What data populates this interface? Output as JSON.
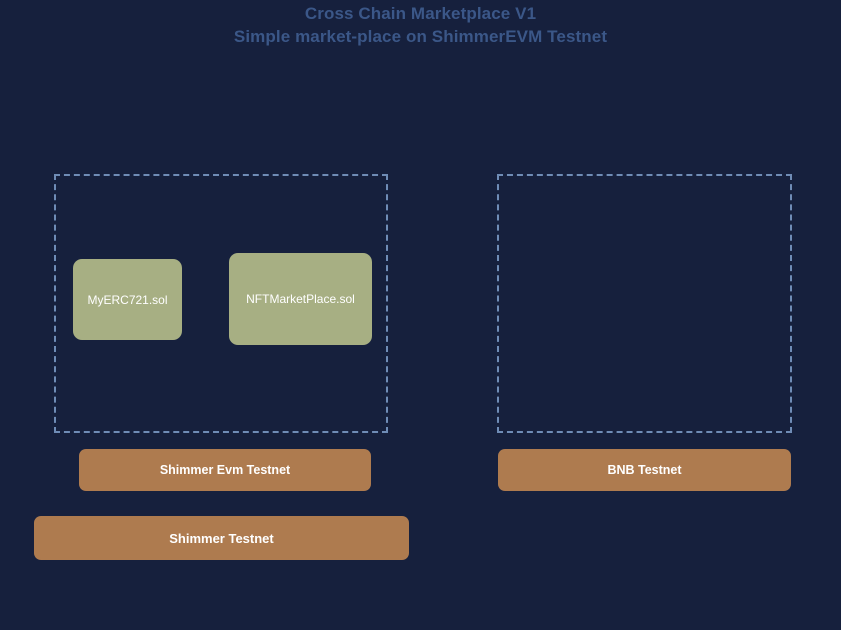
{
  "page": {
    "background_color": "#16203D",
    "title_color": "#3B5788",
    "contract_color": "#A7AF83",
    "network_color": "#AE7B4F",
    "group_border_color": "#6F8CB6"
  },
  "header": {
    "title_line1": "Cross Chain Marketplace V1",
    "title_line2": "Simple market-place on ShimmerEVM Testnet"
  },
  "diagram": {
    "groups": [
      {
        "name": "shimmer-evm-group",
        "contracts": [
          {
            "label": "MyERC721.sol"
          },
          {
            "label": "NFTMarketPlace.sol"
          }
        ],
        "network_label": "Shimmer Evm Testnet"
      },
      {
        "name": "bnb-group",
        "contracts": [],
        "network_label": "BNB Testnet"
      }
    ],
    "base_layer_label": "Shimmer Testnet"
  }
}
